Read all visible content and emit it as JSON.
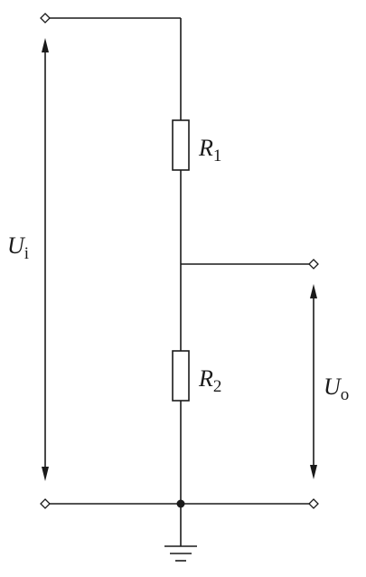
{
  "labels": {
    "r1": {
      "main": "R",
      "sub": "1"
    },
    "r2": {
      "main": "R",
      "sub": "2"
    },
    "ui": {
      "main": "U",
      "sub": "i"
    },
    "uo": {
      "main": "U",
      "sub": "o"
    }
  },
  "colors": {
    "ink": "#1a1a1a",
    "background": "#ffffff"
  }
}
